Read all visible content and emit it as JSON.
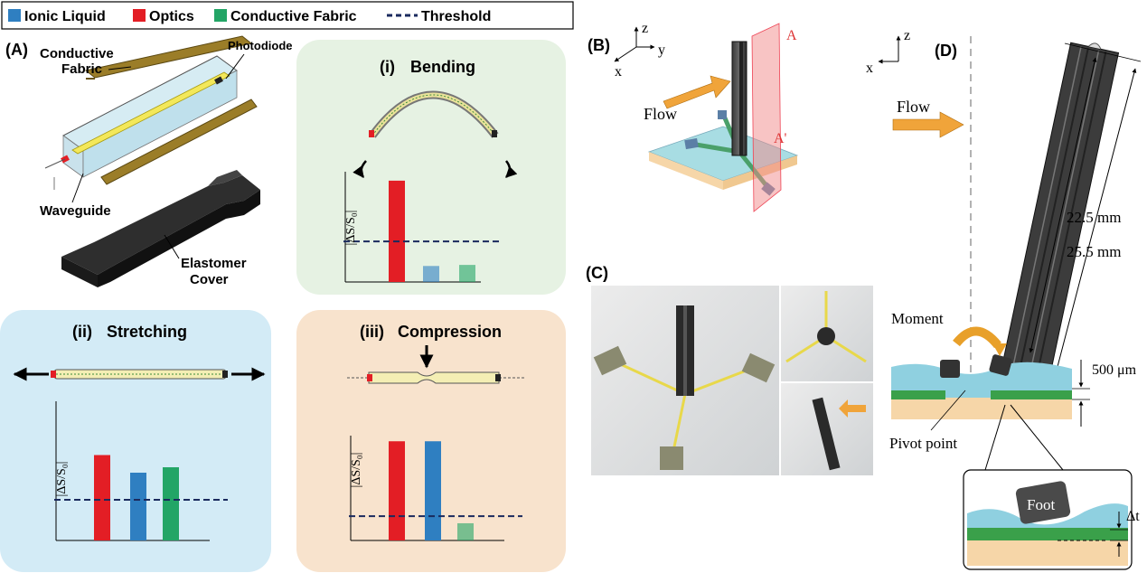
{
  "legend": {
    "items": [
      {
        "label": "Ionic Liquid",
        "color": "#2f7fc1"
      },
      {
        "label": "Optics",
        "color": "#e31e25"
      },
      {
        "label": "Conductive Fabric",
        "color": "#23a566"
      },
      {
        "label": "Threshold",
        "color": "#1a2a5e",
        "style": "dashed"
      }
    ]
  },
  "panelA": {
    "label": "(A)",
    "fabric_label_1": "Conductive",
    "fabric_label_2": "Fabric",
    "photodiode_label": "Photodiode",
    "waveguide_label": "Waveguide",
    "cover_label_1": "Elastomer",
    "cover_label_2": "Cover"
  },
  "modes": {
    "bending": {
      "label": "(i)",
      "title": "Bending",
      "ylabel": "|ΔS/S₀|",
      "values": {
        "optics": 0.95,
        "ionic": 0.15,
        "fabric": 0.16
      },
      "threshold": 0.38
    },
    "stretching": {
      "label": "(ii)",
      "title": "Stretching",
      "ylabel": "|ΔS/S₀|",
      "values": {
        "optics": 0.63,
        "ionic": 0.5,
        "fabric": 0.54
      },
      "threshold": 0.3
    },
    "compression": {
      "label": "(iii)",
      "title": "Compression",
      "ylabel": "|ΔS/S₀|",
      "values": {
        "optics": 0.98,
        "ionic": 0.98,
        "fabric": 0.17
      },
      "threshold": 0.24
    }
  },
  "panelB": {
    "label": "(B)",
    "axis_z": "z",
    "axis_y": "y",
    "axis_x": "x",
    "flow": "Flow",
    "plane_a": "A",
    "plane_a2": "A'"
  },
  "panelC": {
    "label": "(C)"
  },
  "panelD": {
    "label": "(D)",
    "axis_z": "z",
    "axis_x": "x",
    "flow": "Flow",
    "dim1": "22.5 mm",
    "dim2": "25.5 mm",
    "moment": "Moment",
    "thickness": "500 μm",
    "pivot": "Pivot point",
    "foot": "Foot",
    "delta_t": "Δt"
  },
  "colors": {
    "optics": "#e31e25",
    "ionic": "#2f7fc1",
    "fabric": "#23a566",
    "threshold": "#1a2a5e",
    "green_panel": "#e6f2e3",
    "blue_panel": "#d3ebf6",
    "peach_panel": "#f8e3cd"
  }
}
